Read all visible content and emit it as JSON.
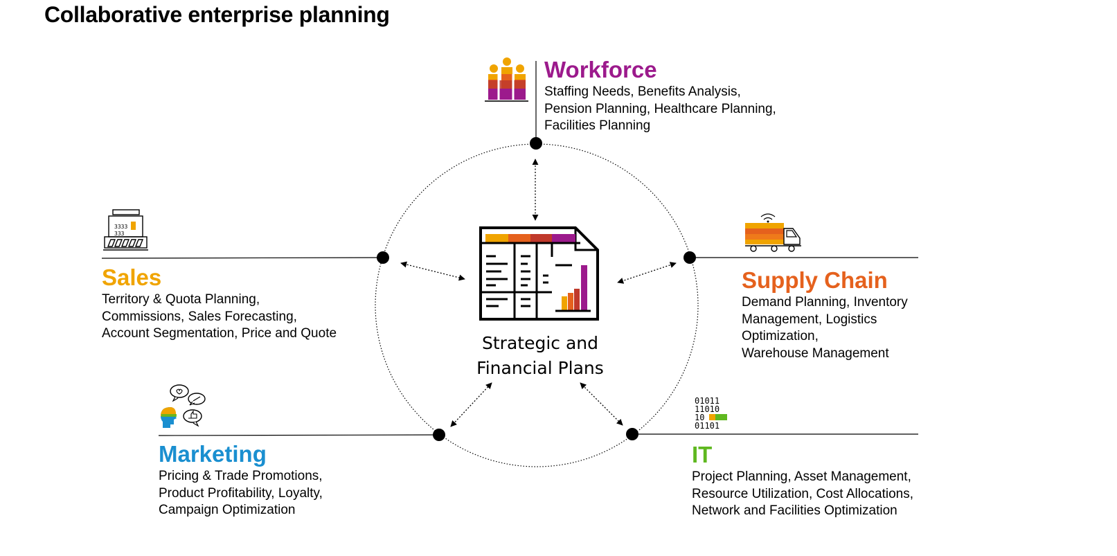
{
  "title": "Collaborative enterprise planning",
  "center": {
    "lines": [
      "Strategic and",
      "Financial Plans"
    ]
  },
  "areas": {
    "workforce": {
      "heading": "Workforce",
      "color": "#9c1a8c",
      "lines": [
        "Staffing Needs, Benefits Analysis,",
        "Pension Planning, Healthcare Planning,",
        "Facilities Planning"
      ],
      "icon": "people-icon"
    },
    "sales": {
      "heading": "Sales",
      "color": "#f0a400",
      "lines": [
        "Territory & Quota Planning,",
        "Commissions, Sales Forecasting,",
        "Account Segmentation, Price and Quote"
      ],
      "icon": "cash-register-icon"
    },
    "supply_chain": {
      "heading": "Supply Chain",
      "color": "#e5611d",
      "lines": [
        "Demand Planning, Inventory",
        "Management, Logistics",
        "Optimization,",
        "Warehouse Management"
      ],
      "icon": "delivery-truck-icon"
    },
    "marketing": {
      "heading": "Marketing",
      "color": "#1a8fd0",
      "lines": [
        "Pricing & Trade Promotions,",
        "Product Profitability, Loyalty,",
        "Campaign Optimization"
      ],
      "icon": "customer-feedback-icon"
    },
    "it": {
      "heading": "IT",
      "color": "#5fb820",
      "lines": [
        "Project Planning, Asset Management,",
        "Resource Utilization, Cost Allocations,",
        "Network and Facilities Optimization"
      ],
      "icon": "binary-code-icon",
      "icon_text": [
        "01011",
        "11010",
        "10",
        "01101"
      ]
    }
  },
  "palette": {
    "yellow": "#f0a400",
    "orange": "#e5611d",
    "red": "#c0392b",
    "purple": "#9c1a8c"
  }
}
